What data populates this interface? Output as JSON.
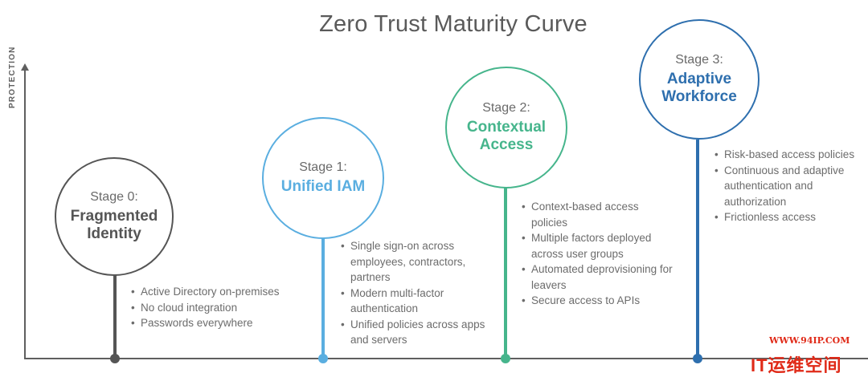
{
  "title": "Zero Trust Maturity Curve",
  "y_axis_label": "PROTECTION",
  "stages": [
    {
      "label": "Stage 0:",
      "name_lines": [
        "Fragmented",
        "Identity"
      ],
      "color": "#555555",
      "bullets": [
        "Active Directory on-premises",
        "No cloud integration",
        "Passwords everywhere"
      ]
    },
    {
      "label": "Stage 1:",
      "name_lines": [
        "Unified IAM"
      ],
      "color": "#5aaee0",
      "bullets": [
        "Single sign-on across employees, contractors, partners",
        "Modern multi-factor authentication",
        "Unified policies across apps and servers"
      ]
    },
    {
      "label": "Stage 2:",
      "name_lines": [
        "Contextual",
        "Access"
      ],
      "color": "#46b58c",
      "bullets": [
        "Context-based access policies",
        "Multiple factors deployed across user groups",
        "Automated deprovisioning for leavers",
        "Secure access to APIs"
      ]
    },
    {
      "label": "Stage 3:",
      "name_lines": [
        "Adaptive",
        "Workforce"
      ],
      "color": "#2e6fae",
      "bullets": [
        "Risk-based access policies",
        "Continuous and adaptive authentication and authorization",
        "Frictionless access"
      ]
    }
  ],
  "watermark": {
    "url": "WWW.94IP.COM",
    "text": "IT运维空间",
    "color": "#e02a18"
  }
}
